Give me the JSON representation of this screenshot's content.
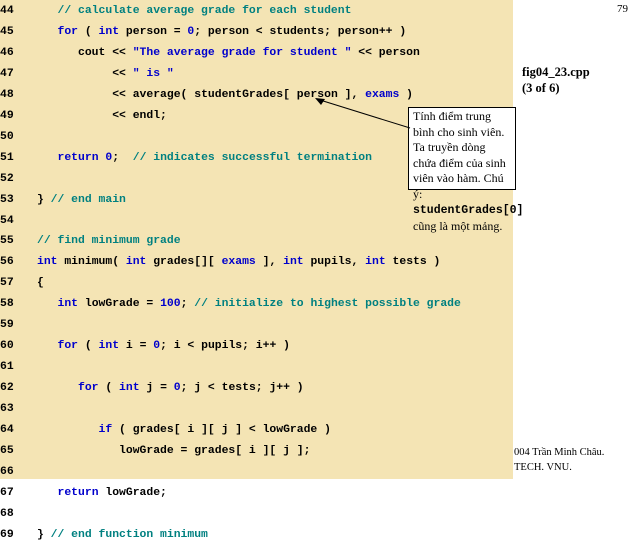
{
  "slide": {
    "page_number": "79",
    "fig_title": "fig04_23.cpp",
    "fig_part": "(3 of 6)",
    "callout": {
      "text_before": "Tính điểm trung bình cho sinh viên. Ta truyền dòng chứa điểm của sinh viên vào hàm. Chú ý: ",
      "code": "studentGrades[0]",
      "text_after": " cũng là một mảng."
    },
    "copyright_line1": "004 Trần Minh Châu.",
    "copyright_line2": "TECH. VNU."
  },
  "code_lines": [
    {
      "num": "44",
      "indent": "   ",
      "parts": [
        {
          "t": "// calculate average grade for each student",
          "c": "cm"
        }
      ]
    },
    {
      "num": "45",
      "indent": "   ",
      "parts": [
        {
          "t": "for",
          "c": "kw"
        },
        {
          "t": " ( ",
          "c": ""
        },
        {
          "t": "int",
          "c": "kw"
        },
        {
          "t": " person = ",
          "c": ""
        },
        {
          "t": "0",
          "c": "nm"
        },
        {
          "t": "; person < students; person++ )",
          "c": ""
        }
      ]
    },
    {
      "num": "46",
      "indent": "      ",
      "parts": [
        {
          "t": "cout << ",
          "c": ""
        },
        {
          "t": "\"The average grade for student \"",
          "c": "st"
        },
        {
          "t": " << person",
          "c": ""
        }
      ]
    },
    {
      "num": "47",
      "indent": "           ",
      "parts": [
        {
          "t": "<< ",
          "c": ""
        },
        {
          "t": "\" is \"",
          "c": "st"
        }
      ]
    },
    {
      "num": "48",
      "indent": "           ",
      "parts": [
        {
          "t": "<< average( studentGrades[ person ], ",
          "c": ""
        },
        {
          "t": "exams",
          "c": "kw"
        },
        {
          "t": " )",
          "c": ""
        }
      ]
    },
    {
      "num": "49",
      "indent": "           ",
      "parts": [
        {
          "t": "<< endl;",
          "c": ""
        }
      ]
    },
    {
      "num": "50",
      "indent": "",
      "parts": []
    },
    {
      "num": "51",
      "indent": "   ",
      "parts": [
        {
          "t": "return",
          "c": "kw"
        },
        {
          "t": " ",
          "c": ""
        },
        {
          "t": "0",
          "c": "nm"
        },
        {
          "t": ";  ",
          "c": ""
        },
        {
          "t": "// indicates successful termination",
          "c": "cm"
        }
      ]
    },
    {
      "num": "52",
      "indent": "",
      "parts": []
    },
    {
      "num": "53",
      "indent": "",
      "parts": [
        {
          "t": "} ",
          "c": ""
        },
        {
          "t": "// end main",
          "c": "cm"
        }
      ]
    },
    {
      "num": "54",
      "indent": "",
      "parts": []
    },
    {
      "num": "55",
      "indent": "",
      "parts": [
        {
          "t": "// find minimum grade",
          "c": "cm"
        }
      ]
    },
    {
      "num": "56",
      "indent": "",
      "parts": [
        {
          "t": "int",
          "c": "kw"
        },
        {
          "t": " minimum( ",
          "c": ""
        },
        {
          "t": "int",
          "c": "kw"
        },
        {
          "t": " grades[][ ",
          "c": ""
        },
        {
          "t": "exams",
          "c": "kw"
        },
        {
          "t": " ], ",
          "c": ""
        },
        {
          "t": "int",
          "c": "kw"
        },
        {
          "t": " pupils, ",
          "c": ""
        },
        {
          "t": "int",
          "c": "kw"
        },
        {
          "t": " tests )",
          "c": ""
        }
      ]
    },
    {
      "num": "57",
      "indent": "",
      "parts": [
        {
          "t": "{",
          "c": ""
        }
      ]
    },
    {
      "num": "58",
      "indent": "   ",
      "parts": [
        {
          "t": "int",
          "c": "kw"
        },
        {
          "t": " lowGrade = ",
          "c": ""
        },
        {
          "t": "100",
          "c": "nm"
        },
        {
          "t": "; ",
          "c": ""
        },
        {
          "t": "// initialize to highest possible grade",
          "c": "cm"
        }
      ]
    },
    {
      "num": "59",
      "indent": "",
      "parts": []
    },
    {
      "num": "60",
      "indent": "   ",
      "parts": [
        {
          "t": "for",
          "c": "kw"
        },
        {
          "t": " ( ",
          "c": ""
        },
        {
          "t": "int",
          "c": "kw"
        },
        {
          "t": " i = ",
          "c": ""
        },
        {
          "t": "0",
          "c": "nm"
        },
        {
          "t": "; i < pupils; i++ )",
          "c": ""
        }
      ]
    },
    {
      "num": "61",
      "indent": "",
      "parts": []
    },
    {
      "num": "62",
      "indent": "      ",
      "parts": [
        {
          "t": "for",
          "c": "kw"
        },
        {
          "t": " ( ",
          "c": ""
        },
        {
          "t": "int",
          "c": "kw"
        },
        {
          "t": " j = ",
          "c": ""
        },
        {
          "t": "0",
          "c": "nm"
        },
        {
          "t": "; j < tests; j++ )",
          "c": ""
        }
      ]
    },
    {
      "num": "63",
      "indent": "",
      "parts": []
    },
    {
      "num": "64",
      "indent": "         ",
      "parts": [
        {
          "t": "if",
          "c": "kw"
        },
        {
          "t": " ( grades[ i ][ j ] < lowGrade )",
          "c": ""
        }
      ]
    },
    {
      "num": "65",
      "indent": "            ",
      "parts": [
        {
          "t": "lowGrade = grades[ i ][ j ];",
          "c": ""
        }
      ]
    },
    {
      "num": "66",
      "indent": "",
      "parts": []
    },
    {
      "num": "67",
      "indent": "   ",
      "parts": [
        {
          "t": "return",
          "c": "kw"
        },
        {
          "t": " lowGrade;",
          "c": ""
        }
      ]
    },
    {
      "num": "68",
      "indent": "",
      "parts": []
    },
    {
      "num": "69",
      "indent": "",
      "parts": [
        {
          "t": "} ",
          "c": ""
        },
        {
          "t": "// end function minimum",
          "c": "cm"
        }
      ]
    }
  ]
}
